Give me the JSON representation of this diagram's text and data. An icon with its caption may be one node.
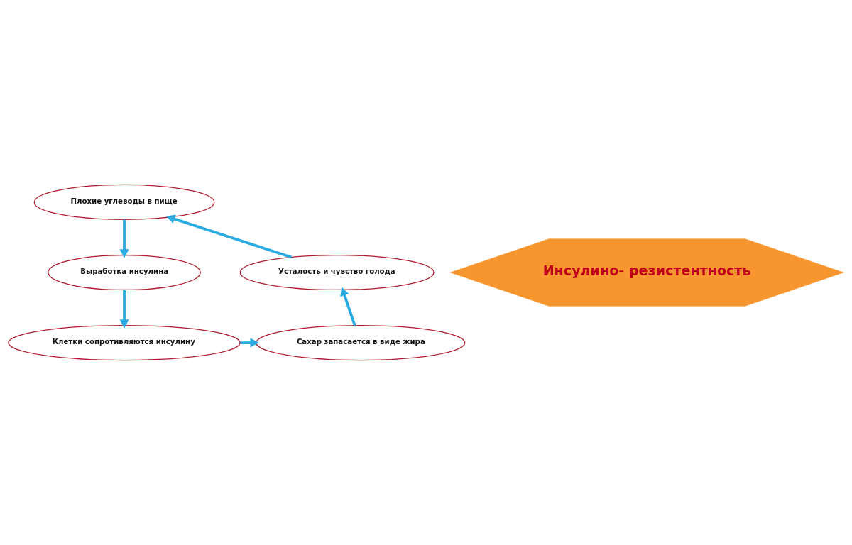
{
  "diagram": {
    "nodes": [
      {
        "text": [
          "Плохие углеводы в пище"
        ]
      },
      {
        "text": [
          "Усталость и чувство голода"
        ]
      },
      {
        "text": [
          "Выработка инсулина"
        ]
      },
      {
        "text": [
          "Инсулино- резистентность"
        ]
      },
      {
        "text": [
          "Сахар запасается в виде жира"
        ]
      },
      {
        "text": [
          "Клетки сопротивляются инсулину"
        ]
      }
    ],
    "edges": [
      {
        "from": 0,
        "to": 2,
        "arrow": "to"
      },
      {
        "from": 2,
        "to": 5,
        "arrow": "to"
      },
      {
        "from": 5,
        "to": 4,
        "arrow": "to"
      },
      {
        "from": 4,
        "to": 1,
        "arrow": "to"
      },
      {
        "from": 1,
        "to": 0,
        "arrow": "to"
      }
    ]
  }
}
